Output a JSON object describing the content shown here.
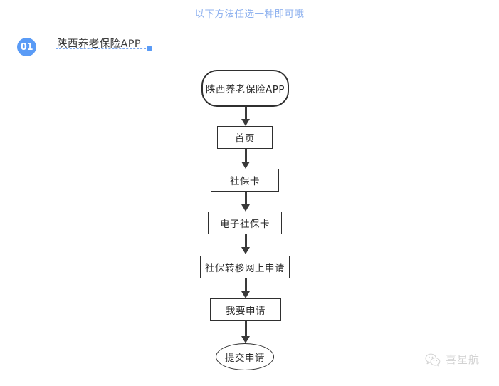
{
  "header": {
    "title": "以下方法任选一种即可哦",
    "title_color": "#8fb2ef",
    "step_number": "01",
    "step_label": "陕西养老保险APP",
    "accent_color": "#5a9bf6"
  },
  "flowchart": {
    "nodes": [
      {
        "text": "陕西养老保险APP",
        "shape": "stadium"
      },
      {
        "text": "首页",
        "shape": "rect"
      },
      {
        "text": "社保卡",
        "shape": "rect"
      },
      {
        "text": "电子社保卡",
        "shape": "rect"
      },
      {
        "text": "社保转移网上申请",
        "shape": "rect"
      },
      {
        "text": "我要申请",
        "shape": "rect"
      },
      {
        "text": "提交申请",
        "shape": "ellipse"
      }
    ],
    "stroke_color": "#2f2f2f"
  },
  "watermark": {
    "text": "喜星航",
    "logo": "wechat-icon"
  }
}
